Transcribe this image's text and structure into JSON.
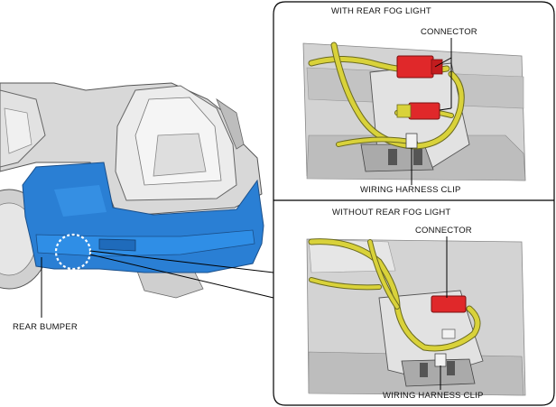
{
  "labels": {
    "top_panel_title": "WITH REAR FOG LIGHT",
    "top_connector": "CONNECTOR",
    "top_clip": "WIRING HARNESS CLIP",
    "bottom_panel_title": "WITHOUT REAR FOG LIGHT",
    "bottom_connector": "CONNECTOR",
    "bottom_clip": "WIRING HARNESS CLIP",
    "rear_bumper": "REAR BUMPER"
  },
  "colors": {
    "bumper": "#2a7fd4",
    "harness": "#d9d23a",
    "connector": "#e0282a",
    "metal": "#c9c9c9"
  }
}
